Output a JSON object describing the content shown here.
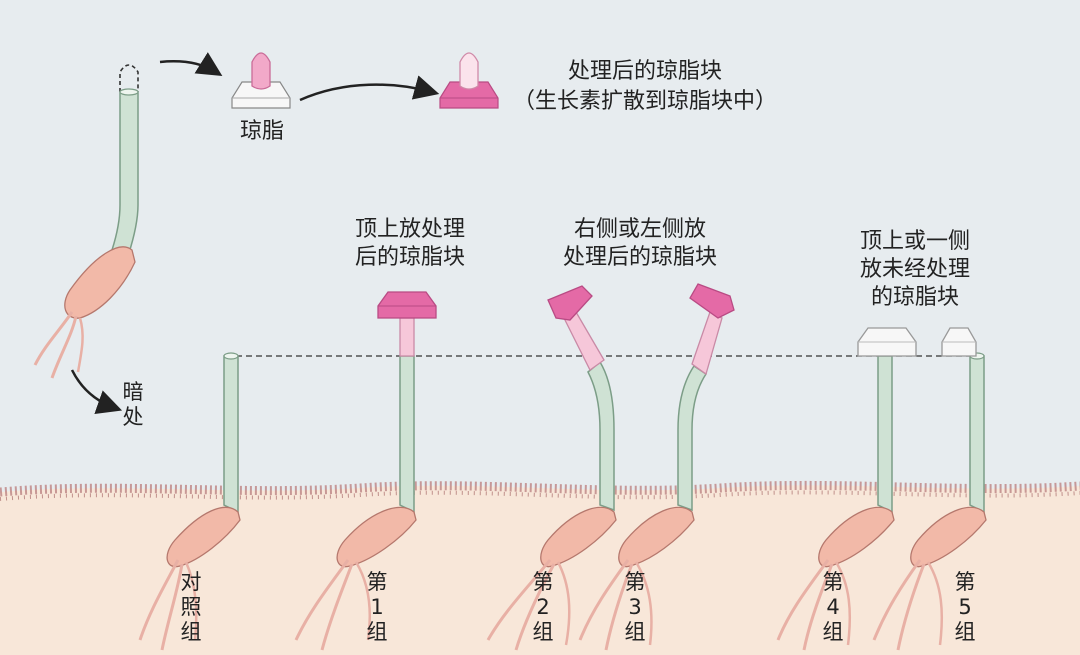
{
  "top": {
    "agar_label": "琼脂",
    "treated_title": "处理后的琼脂块",
    "treated_sub": "（生长素扩散到琼脂块中）",
    "dark_label": [
      "暗",
      "处"
    ]
  },
  "captions": {
    "g1": [
      "顶上放处理",
      "后的琼脂块"
    ],
    "g23": [
      "右侧或左侧放",
      "处理后的琼脂块"
    ],
    "g45": [
      "顶上或一侧",
      "放未经处理",
      "的琼脂块"
    ]
  },
  "groups": [
    [
      "对",
      "照",
      "组"
    ],
    [
      "第",
      "1",
      "组"
    ],
    [
      "第",
      "2",
      "组"
    ],
    [
      "第",
      "3",
      "组"
    ],
    [
      "第",
      "4",
      "组"
    ],
    [
      "第",
      "5",
      "组"
    ]
  ],
  "colors": {
    "background": "#e7ecef",
    "soil": "#f8e7d9",
    "soil_crust": "#c08a88",
    "stem": "#cfe2d4",
    "stem_outline": "#7c9d87",
    "seed": "#f2b9a8",
    "root": "#e8b0a5",
    "agar_treated": "#e46aa6",
    "agar_light": "#f6c7d9",
    "agar_plain": "#f7f7f7"
  }
}
